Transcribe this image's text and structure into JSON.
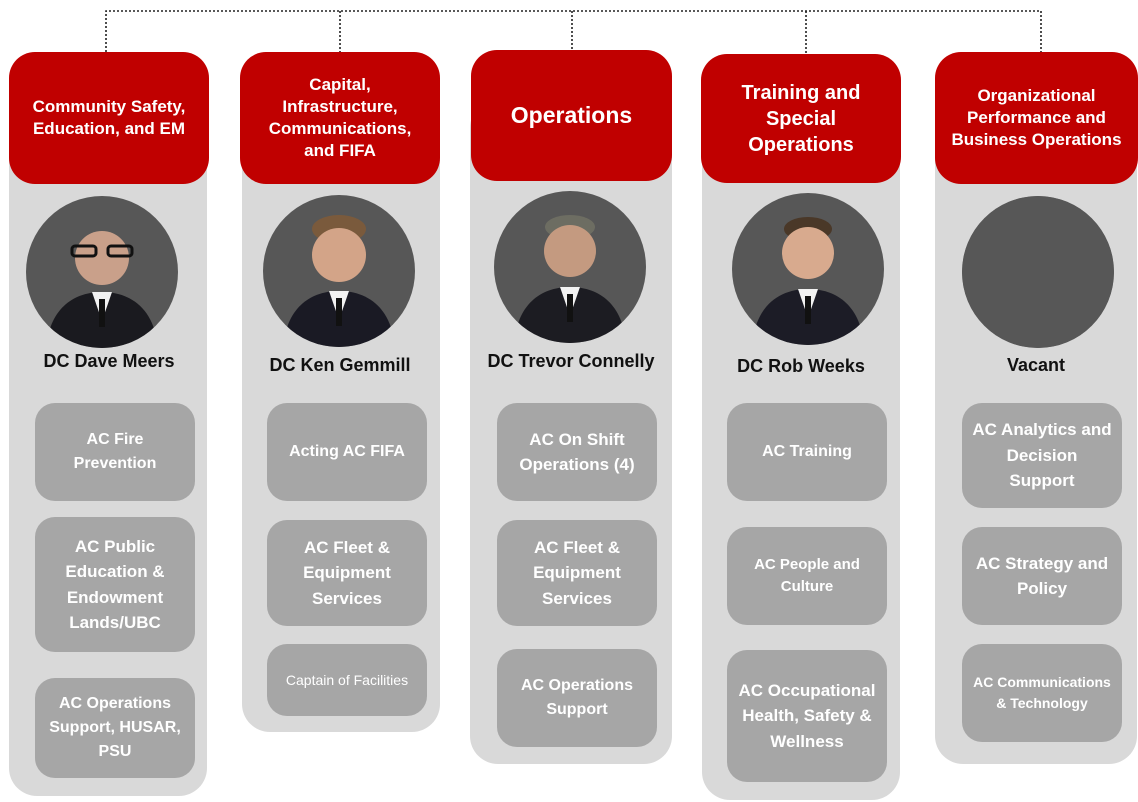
{
  "columns": [
    {
      "header": "Community Safety, Education, and EM",
      "person": "DC Dave Meers",
      "photo": "portrait-icon",
      "cards": [
        "AC Fire Prevention",
        "AC Public Education & Endowment Lands/UBC",
        "AC Operations Support, HUSAR, PSU"
      ]
    },
    {
      "header": "Capital, Infrastructure, Communications, and FIFA",
      "person": "DC Ken Gemmill",
      "photo": "portrait-icon",
      "cards": [
        "Acting AC FIFA",
        "AC Fleet & Equipment Services"
      ],
      "subcard": "Captain of Facilities"
    },
    {
      "header": "Operations",
      "person": "DC Trevor Connelly",
      "photo": "portrait-icon",
      "cards": [
        "AC On Shift Operations (4)",
        "AC Fleet & Equipment Services",
        "AC Operations Support"
      ]
    },
    {
      "header": "Training and Special Operations",
      "person": "DC Rob Weeks",
      "photo": "portrait-icon",
      "cards": [
        "AC Training",
        "AC People and Culture",
        "AC Occupational Health, Safety & Wellness"
      ]
    },
    {
      "header": "Organizational Performance and Business Operations",
      "person": "Vacant",
      "photo": "empty-avatar",
      "cards": [
        "AC Analytics and Decision Support",
        "AC Strategy and Policy",
        "AC Communications & Technology"
      ]
    }
  ],
  "colors": {
    "header_red": "#c00000",
    "column_gray": "#d9d9d9",
    "card_gray": "#a6a6a6",
    "avatar_dark": "#575757"
  }
}
